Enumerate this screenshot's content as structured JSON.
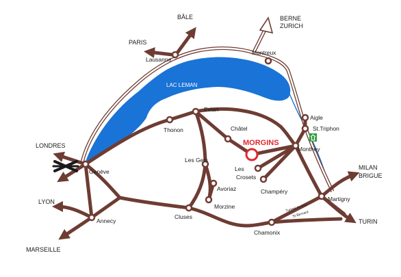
{
  "lake": {
    "name": "LAC LEMAN"
  },
  "highlight": {
    "name": "MORGINS",
    "color": "#e0282e"
  },
  "colors": {
    "road": "#6e3c33",
    "lake": "#1a73d6",
    "river": "#1a73d6",
    "rail": "#6e3c33",
    "station": "#2e9e3a"
  },
  "towns": {
    "lausanne": "Lausanne",
    "montreux": "Montreux",
    "geneve": "Genève",
    "thonon": "Thonon",
    "evian": "Evian",
    "chatel": "Châtel",
    "les_gets": "Les Gets",
    "avoriaz": "Avoriaz",
    "morzine": "Morzine",
    "cluses": "Cluses",
    "annecy": "Annecy",
    "les_crosets_1": "Les",
    "les_crosets_2": "Crosets",
    "champery": "Champéry",
    "monthey": "Monthey",
    "aigle": "Aigle",
    "st_triphon": "St.Triphon",
    "martigny": "Martigny",
    "chamonix": "Chamonix"
  },
  "destinations": {
    "bale": "BÂLE",
    "paris": "PARIS",
    "berne": "BERNE",
    "zurich": "ZURICH",
    "londres": "LONDRES",
    "lyon": "LYON",
    "marseille": "MARSEILLE",
    "milan": "MILAN",
    "brigue": "BRIGUE",
    "turin": "TURIN"
  },
  "tunnels": {
    "grand_st_bernard_1": "Tunnel du Grd",
    "grand_st_bernard_2": "St Bernard"
  },
  "icons": {
    "airport": "airplane-icon",
    "train_station": "train-station-icon"
  }
}
